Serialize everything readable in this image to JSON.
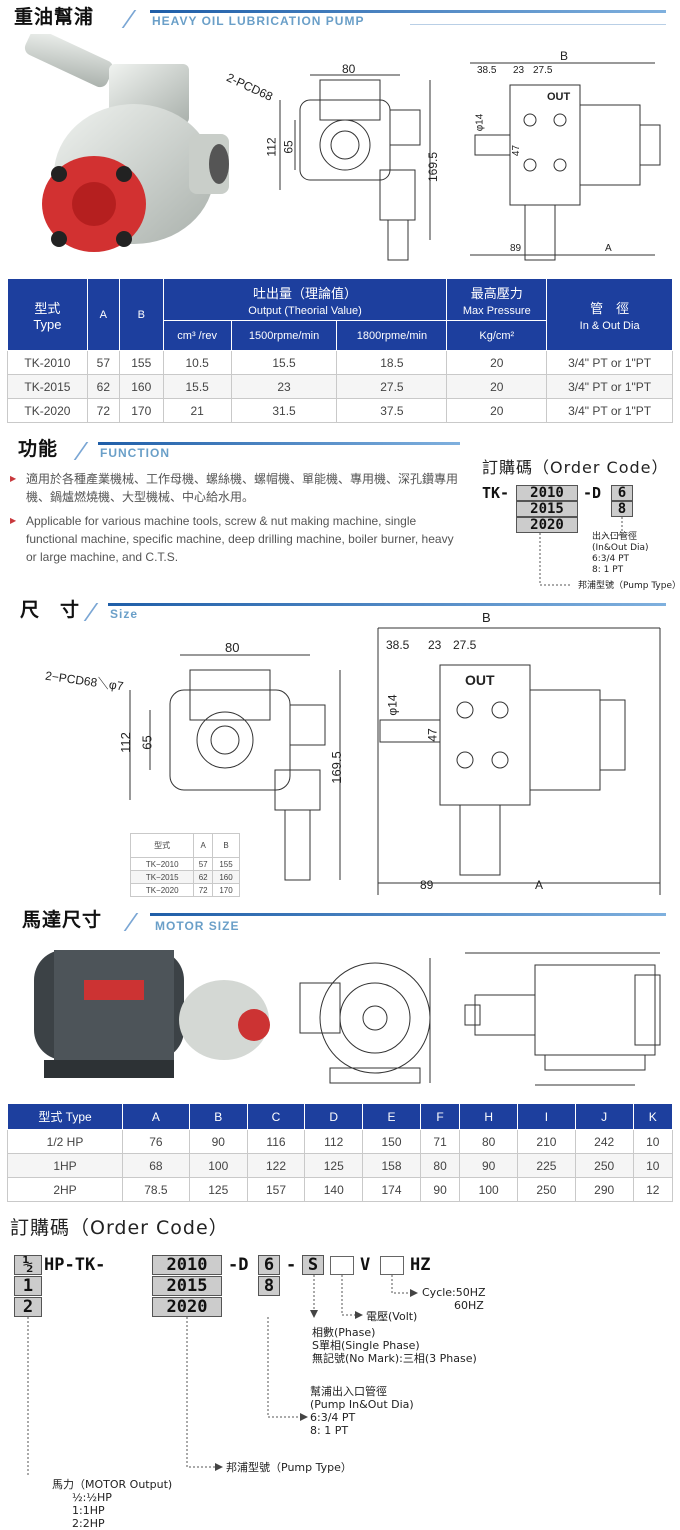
{
  "header": {
    "title_zh": "重油幫浦",
    "title_en": "HEAVY OIL LUBRICATION PUMP"
  },
  "top_drawing": {
    "d80": "80",
    "pcd": "2-PCD68",
    "d112": "112",
    "d65": "65",
    "d1695": "169.5",
    "B": "B",
    "d385": "38.5",
    "d23": "23",
    "d275": "27.5",
    "out": "OUT",
    "phi14": "φ14",
    "d47": "47",
    "d89": "89",
    "A": "A"
  },
  "spec_table": {
    "headers": {
      "type_zh": "型式",
      "type_en": "Type",
      "a": "A",
      "b": "B",
      "output_zh": "吐出量（理論值）",
      "output_en": "Output (Theorial Value)",
      "cm3": "cm³ /rev",
      "rpm1500": "1500rpme/min",
      "rpm1800": "1800rpme/min",
      "pressure_zh": "最高壓力",
      "pressure_en": "Max Pressure",
      "pressure_unit": "Kg/cm²",
      "pipe_zh": "管　徑",
      "pipe_en": "In & Out Dia"
    },
    "rows": [
      {
        "type": "TK-2010",
        "a": "57",
        "b": "155",
        "cm3": "10.5",
        "r1500": "15.5",
        "r1800": "18.5",
        "pressure": "20",
        "pipe": "3/4\" PT or 1\"PT"
      },
      {
        "type": "TK-2015",
        "a": "62",
        "b": "160",
        "cm3": "15.5",
        "r1500": "23",
        "r1800": "27.5",
        "pressure": "20",
        "pipe": "3/4\" PT or 1\"PT"
      },
      {
        "type": "TK-2020",
        "a": "72",
        "b": "170",
        "cm3": "21",
        "r1500": "31.5",
        "r1800": "37.5",
        "pressure": "20",
        "pipe": "3/4\" PT or 1\"PT"
      }
    ]
  },
  "function": {
    "title_zh": "功能",
    "title_en": "FUNCTION",
    "text_zh": "適用於各種產業機械、工作母機、螺絲機、螺帽機、單能機、專用機、深孔鑽專用機、鍋爐燃燒機、大型機械、中心給水用。",
    "text_en": "Applicable for various machine tools, screw & nut making machine, single functional machine, specific machine, deep drilling machine, boiler burner, heavy or large machine, and C.T.S."
  },
  "order_small": {
    "title": "訂購碼（Order Code）",
    "prefix": "TK-",
    "codes": [
      "2010",
      "2015",
      "2020"
    ],
    "dash_d": "-D",
    "dias": [
      "6",
      "8"
    ],
    "dia_zh": "出入口管徑",
    "dia_en": "(In&Out Dia)",
    "dia_opt1": "6:3/4 PT",
    "dia_opt2": "8:   1 PT",
    "type_label": "邦浦型號（Pump Type）"
  },
  "size": {
    "title_zh": "尺　寸",
    "title_en": "Size",
    "d80": "80",
    "pcd": "2−PCD68＼φ7",
    "d112": "112",
    "d65": "65",
    "d1695": "169.5",
    "B": "B",
    "d385": "38.5",
    "d23": "23",
    "d275": "27.5",
    "out": "OUT",
    "phi14": "φ14",
    "d47": "47",
    "d89": "89",
    "A": "A",
    "mini_table": {
      "h_type": "型式",
      "h_a": "A",
      "h_b": "B",
      "rows": [
        {
          "type": "TK−2010",
          "a": "57",
          "b": "155"
        },
        {
          "type": "TK−2015",
          "a": "62",
          "b": "160"
        },
        {
          "type": "TK−2020",
          "a": "72",
          "b": "170"
        }
      ]
    }
  },
  "motor": {
    "title_zh": "馬達尺寸",
    "title_en": "MOTOR SIZE",
    "headers": [
      "型式 Type",
      "A",
      "B",
      "C",
      "D",
      "E",
      "F",
      "H",
      "I",
      "J",
      "K"
    ],
    "rows": [
      [
        "1/2 HP",
        "76",
        "90",
        "116",
        "112",
        "150",
        "71",
        "80",
        "210",
        "242",
        "10"
      ],
      [
        "1HP",
        "68",
        "100",
        "122",
        "125",
        "158",
        "80",
        "90",
        "225",
        "250",
        "10"
      ],
      [
        "2HP",
        "78.5",
        "125",
        "157",
        "140",
        "174",
        "90",
        "100",
        "250",
        "290",
        "12"
      ]
    ]
  },
  "order_big": {
    "title": "訂購碼（Order Code）",
    "hp": [
      "½",
      "1",
      "2"
    ],
    "hp_tk": "HP-TK-",
    "codes": [
      "2010",
      "2015",
      "2020"
    ],
    "dash_d": "-D",
    "dias": [
      "6",
      "8"
    ],
    "dash_s": "-",
    "s": "S",
    "v": "V",
    "hz": "HZ",
    "cycle1": "Cycle:50HZ",
    "cycle2": "60HZ",
    "volt": "電壓(Volt)",
    "phase1": "相數(Phase)",
    "phase2": "S單相(Single Phase)",
    "phase3": "無記號(No Mark):三相(3 Phase)",
    "dia1": "幫浦出入口管徑",
    "dia2": "(Pump In&Out Dia)",
    "dia3": "6:3/4 PT",
    "dia4": "8:   1 PT",
    "pump": "邦浦型號（Pump Type）",
    "motor1": "馬力（MOTOR Output)",
    "motor2": "½:½HP",
    "motor3": "1:1HP",
    "motor4": "2:2HP"
  }
}
